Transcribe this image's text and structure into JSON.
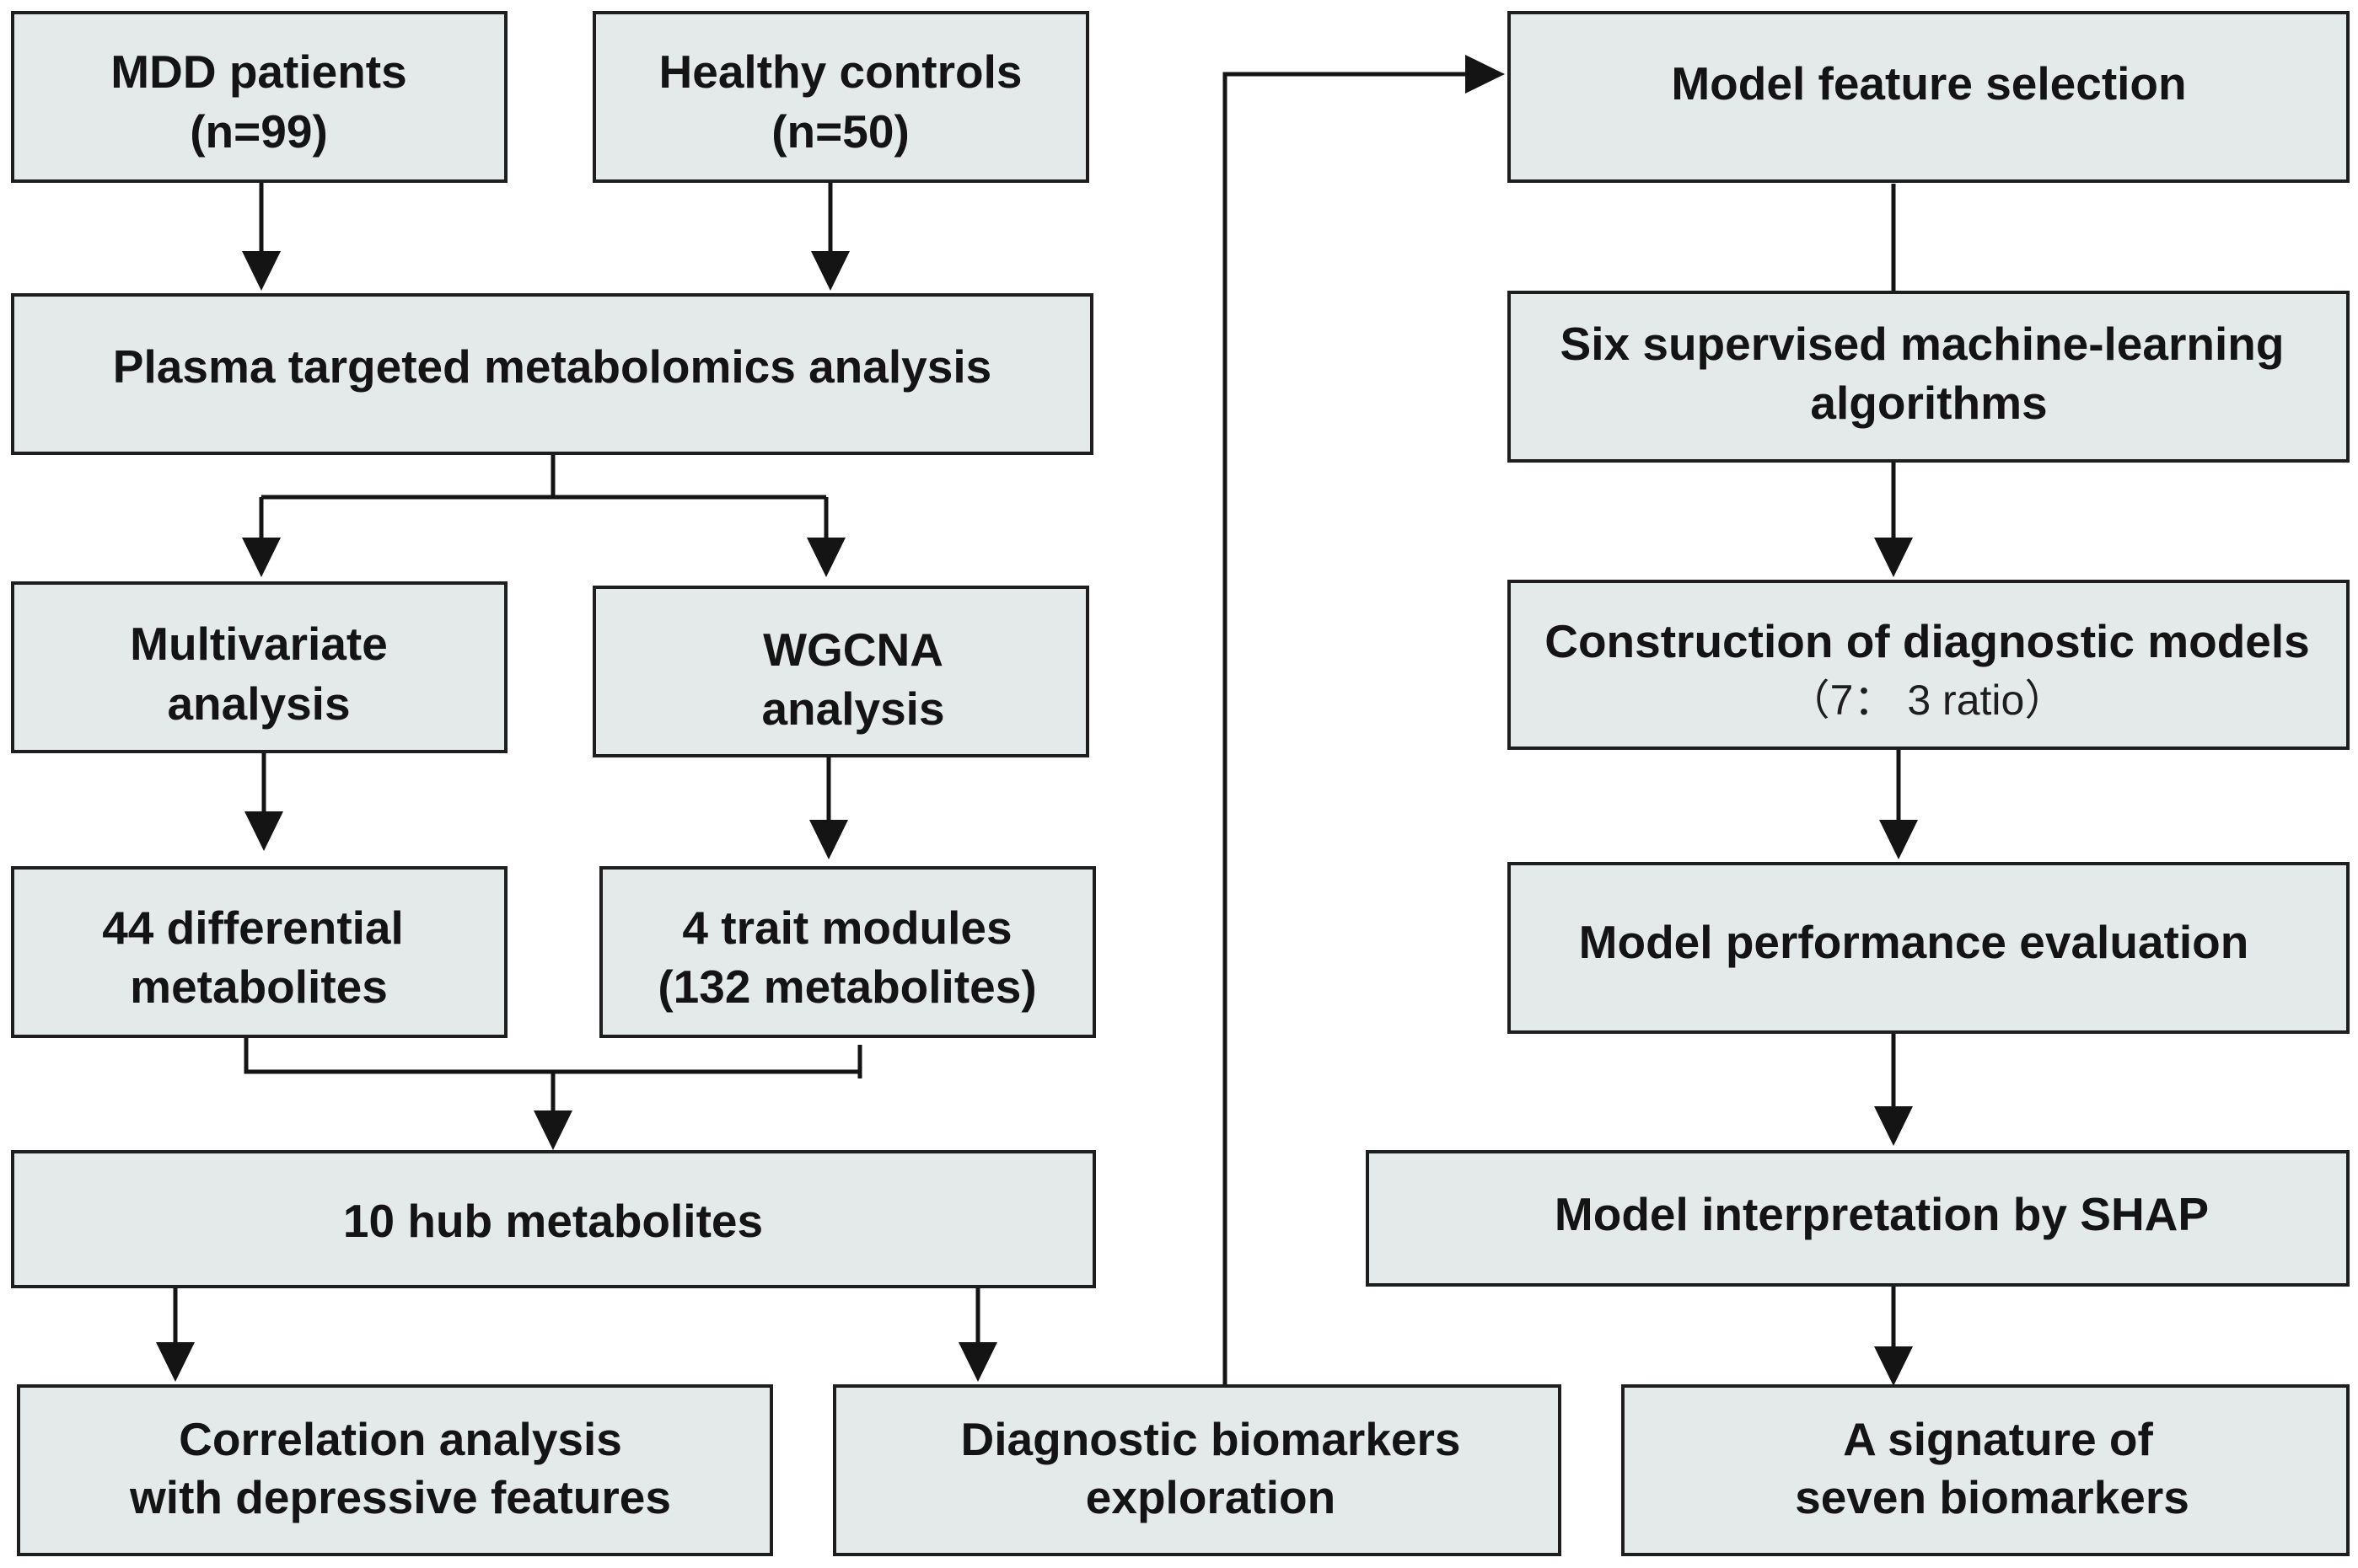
{
  "nodes": {
    "mdd": {
      "line1": "MDD patients",
      "line2": "(n=99)"
    },
    "healthy": {
      "line1": "Healthy controls",
      "line2": "(n=50)"
    },
    "plasma": {
      "line1": "Plasma targeted metabolomics analysis"
    },
    "multivariate": {
      "line1": "Multivariate",
      "line2": "analysis"
    },
    "wgcna": {
      "line1": "WGCNA",
      "line2": "analysis"
    },
    "diff": {
      "line1": "44 differential",
      "line2": "metabolites"
    },
    "trait": {
      "line1": "4 trait modules",
      "line2": "(132 metabolites)"
    },
    "hub": {
      "line1": "10 hub metabolites"
    },
    "correlation": {
      "line1": "Correlation analysis",
      "line2": "with depressive features"
    },
    "diagnostic": {
      "line1": "Diagnostic biomarkers",
      "line2": "exploration"
    },
    "feature": {
      "line1": "Model feature selection"
    },
    "six": {
      "line1": "Six supervised machine-learning",
      "line2": "algorithms"
    },
    "construction": {
      "line1": "Construction of diagnostic models",
      "line2": "（7： 3  ratio）"
    },
    "performance": {
      "line1": "Model performance evaluation"
    },
    "shap": {
      "line1": "Model interpretation by SHAP"
    },
    "signature": {
      "line1": "A signature of",
      "line2": "seven biomarkers"
    }
  }
}
